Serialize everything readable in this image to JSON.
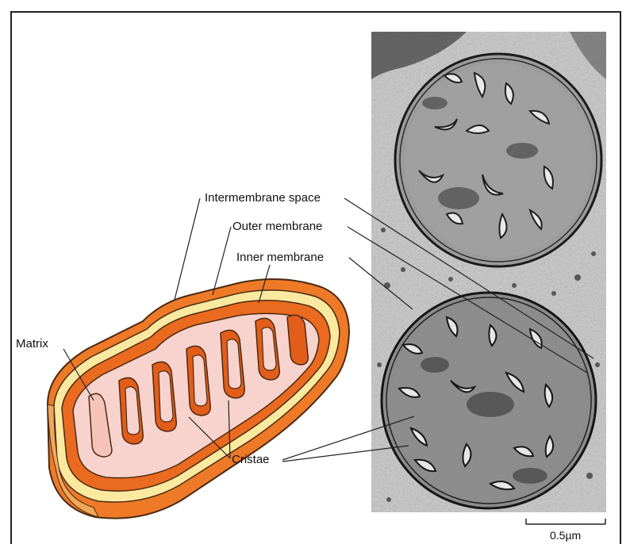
{
  "labels": {
    "intermembrane_space": "Intermembrane space",
    "outer_membrane": "Outer membrane",
    "inner_membrane": "Inner membrane",
    "matrix": "Matrix",
    "cristae": "Cristae"
  },
  "scale_bar": {
    "label": "0.5µm"
  },
  "colors": {
    "outer_membrane": "#ee7a28",
    "intermembrane_space": "#f4e27c",
    "matrix": "#f8d2cc",
    "cristae_fill": "#e35d1a",
    "micrograph_bg": "#c9c9c9"
  }
}
